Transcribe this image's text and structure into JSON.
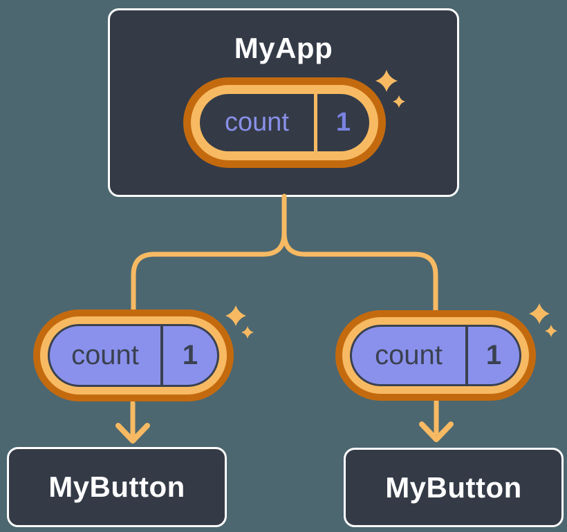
{
  "diagram": {
    "root": {
      "title": "MyApp",
      "state": {
        "label": "count",
        "value": "1"
      }
    },
    "children": [
      {
        "title": "MyButton",
        "prop": {
          "label": "count",
          "value": "1"
        }
      },
      {
        "title": "MyButton",
        "prop": {
          "label": "count",
          "value": "1"
        }
      }
    ]
  },
  "icons": {
    "sparkle": "sparkles-icon",
    "arrow": "down-arrow-icon"
  },
  "colors": {
    "canvas_background": "#4C6770",
    "node_background": "#343B47",
    "node_border": "#FFFFFF",
    "node_title_text": "#FFFFFF",
    "pill_ring_outer": "#C46A0E",
    "pill_ring_inner": "#F7BA63",
    "connector_line": "#F7BA63",
    "state_pill_fill": "#343B47",
    "state_label_text": "#8990E8",
    "state_value_text": "#7A82E2",
    "prop_pill_fill": "#8A91EC",
    "prop_pill_ink": "#3A4150"
  }
}
